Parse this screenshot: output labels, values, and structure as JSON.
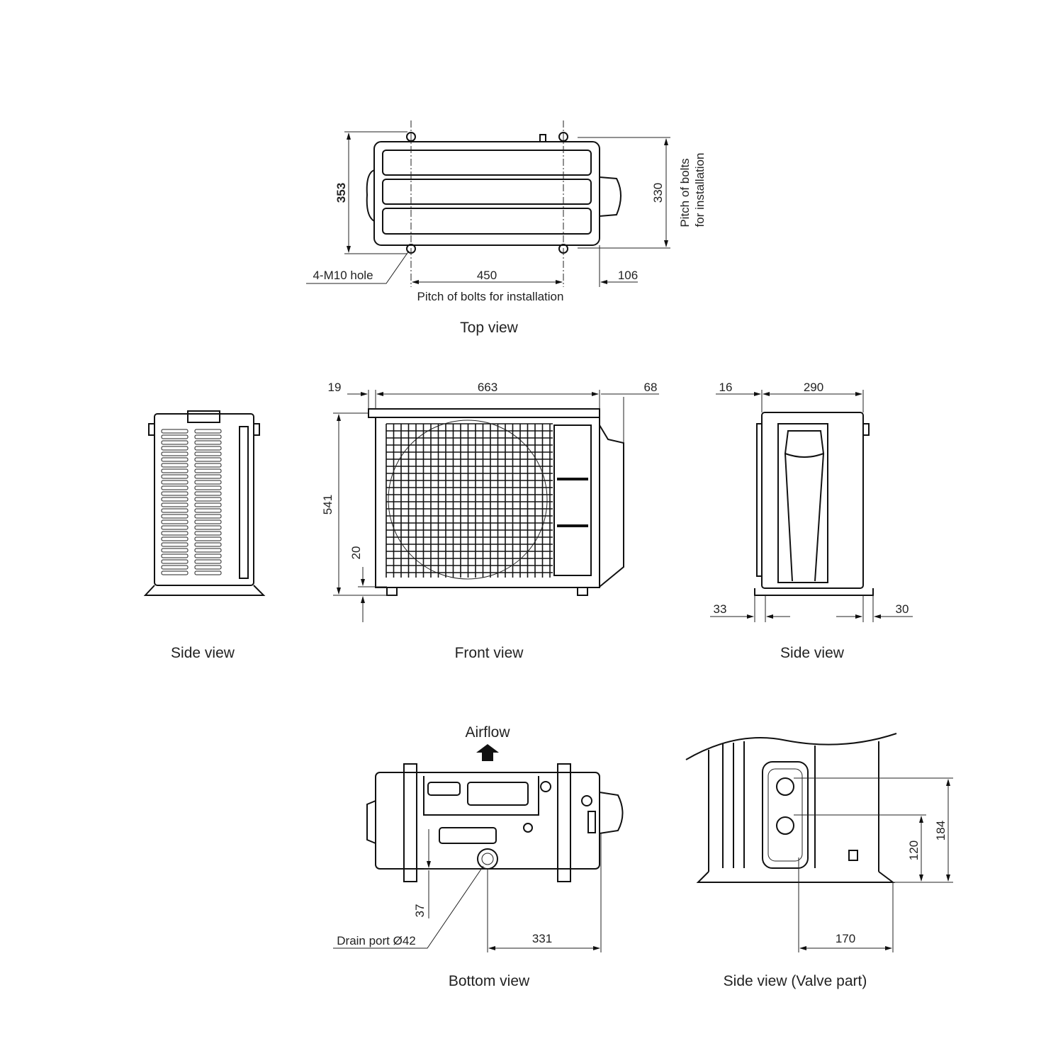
{
  "top_view": {
    "dim_depth": "353",
    "dim_bolt_pitch_depth": "330",
    "bolt_pitch_note_line1": "Pitch of bolts",
    "bolt_pitch_note_line2": "for installation",
    "hole_label": "4-M10 hole",
    "dim_bolt_pitch_width": "450",
    "dim_right_offset": "106",
    "bolt_pitch_width_note": "Pitch of bolts for installation",
    "caption": "Top view"
  },
  "front_view": {
    "dim_left_offset": "19",
    "dim_width": "663",
    "dim_right_offset": "68",
    "dim_height": "541",
    "dim_foot": "20",
    "caption": "Front view"
  },
  "left_side_view": {
    "caption": "Side view"
  },
  "right_side_view": {
    "dim_left_offset": "16",
    "dim_depth": "290",
    "dim_base_left": "33",
    "dim_base_right": "30",
    "caption": "Side view"
  },
  "bottom_view": {
    "airflow_label": "Airflow",
    "dim_drain_offset": "37",
    "drain_label": "Drain port Ø42",
    "dim_drain_from_right": "331",
    "caption": "Bottom view"
  },
  "valve_view": {
    "dim_lower_valve": "120",
    "dim_upper_valve": "184",
    "dim_from_edge": "170",
    "caption": "Side view (Valve part)"
  }
}
